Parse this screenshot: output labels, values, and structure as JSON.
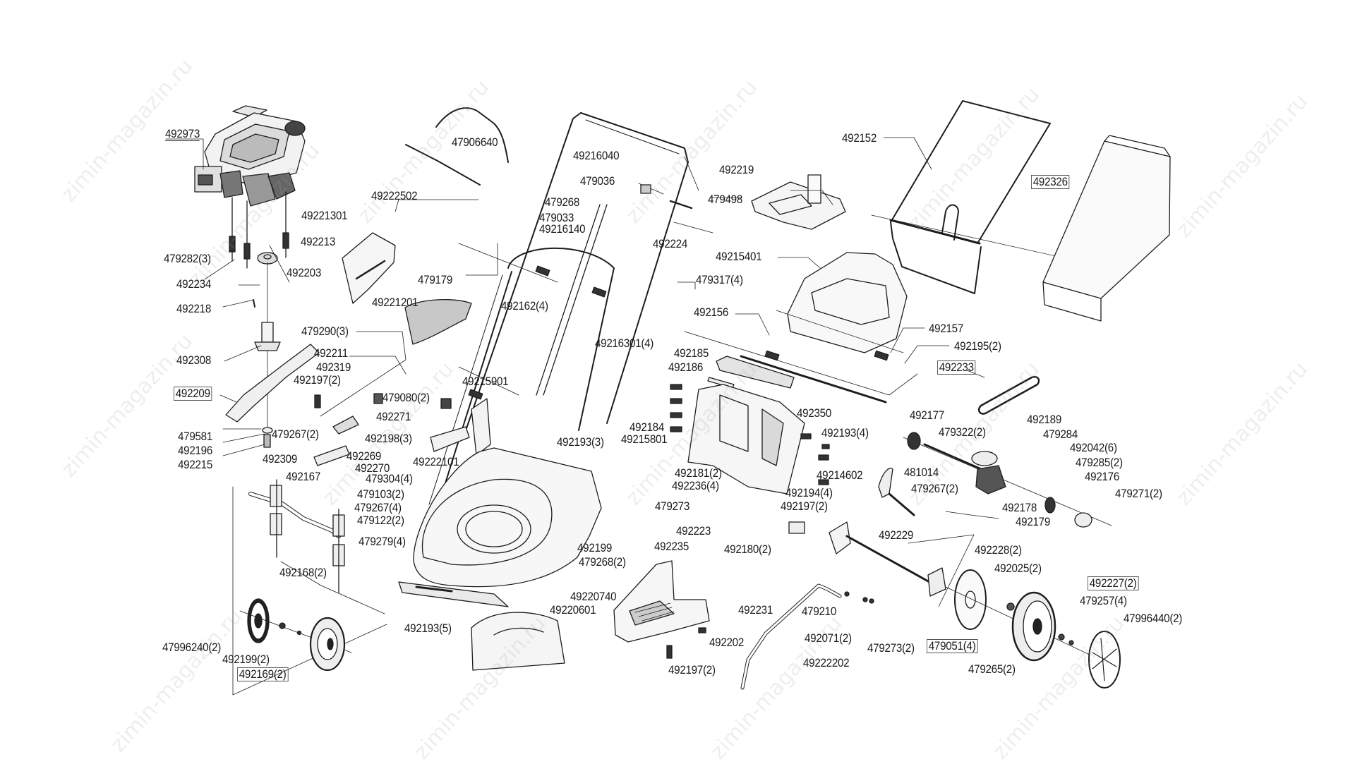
{
  "diagram": {
    "type": "exploded-parts-diagram",
    "subject": "lawn mower",
    "watermark": "zimin-magazin.ru",
    "parts": {
      "engine": "492973",
      "engine_bolts": "479282(3)",
      "engine_stud": "492213",
      "spacer": "492234",
      "pin": "492203",
      "key": "492218",
      "blade_adapter": "492308",
      "blade": "492209",
      "washer": "479581",
      "spring_washer": "492196",
      "blade_bolt": "492215",
      "side_flap": "49221301",
      "side_flap_cover": "49221201",
      "screw_479290": "479290(3)",
      "rod_492211": "492211",
      "height_lever": "492319",
      "screw_492197_a": "492197(2)",
      "nut_479080": "479080(2)",
      "spring_492271": "492271",
      "nut_479267_a": "479267(2)",
      "bolt_492198": "492198(3)",
      "bracket_492309": "492309",
      "part_492269": "492269",
      "part_492270": "492270",
      "nut_479304": "479304(4)",
      "front_axle": "492167",
      "screw_479103": "479103(2)",
      "nut_479267_b": "479267(4)",
      "part_479122": "479122(2)",
      "bolt_479279": "479279(4)",
      "wheel_bracket": "492168(2)",
      "front_hubcap": "47996240(2)",
      "front_nut": "492199(2)",
      "front_wheel": "492169(2)",
      "lower_handle_lever": "49222502",
      "bail_lever": "47906640",
      "upper_handle": "49216040",
      "clip_479036": "479036",
      "nut_479268": "479268",
      "cable_479033": "479033",
      "lower_handle": "49216140",
      "cable_492224": "492224",
      "screw_479498": "479498",
      "part_479179": "479179",
      "knob_492162": "492162(4)",
      "screw_479317": "479317(4)",
      "clamp_49216301": "49216301(4)",
      "handle_bracket": "49215901",
      "deflector_49222101": "49222101",
      "bolt_492193_3": "492193(3)",
      "mower_deck": "49220740",
      "deck_cover": "49220601",
      "bolt_492193_5": "492193(5)",
      "chute_support": "492219",
      "grass_bag_frame": "492152",
      "grass_bag": "492326",
      "rear_cover": "49215401",
      "spring_492156": "492156",
      "spring_492157": "492157",
      "nut_492195": "492195(2)",
      "drive_belt": "492233",
      "rear_flap_492185": "492185",
      "rear_flap_492186": "492186",
      "rear_housing": "492184",
      "rear_housing_49215801": "49215801",
      "rod_492350": "492350",
      "bolt_492193_4": "492193(4)",
      "plate_492181": "492181(2)",
      "screw_492236": "492236(4)",
      "washer_479273": "479273",
      "spring_492223": "492223",
      "part_492199": "492199",
      "spring_492235": "492235",
      "nut_479268_2": "479268(2)",
      "gear_492177": "492177",
      "pin_479322": "479322(2)",
      "pulley_492189": "492189",
      "key_479284": "479284",
      "washer_492042": "492042(6)",
      "pin_479285": "479285(2)",
      "gear_492176": "492176",
      "clip_479271": "479271(2)",
      "gearbox": "492178",
      "spring_492179": "492179",
      "height_lever_rear": "49214602",
      "screw_481014": "481014",
      "nut_479267_c": "479267(2)",
      "bolt_492194": "492194(4)",
      "screw_492197_b": "492197(2)",
      "bushing_492180": "492180(2)",
      "rear_axle": "492229",
      "rear_hub_492228": "492228(2)",
      "nut_492025": "492025(2)",
      "rear_wheel": "492227(2)",
      "bearing_479051": "479051(4)",
      "nut_479257": "479257(4)",
      "rear_hubcap": "47996440(2)",
      "washer_479265": "479265(2)",
      "mulch_plug": "492231",
      "part_492202": "492202",
      "screw_492197_c": "492197(2)",
      "rear_rod": "49222202",
      "part_479210": "479210",
      "washer_492071": "492071(2)",
      "washer_479273_2": "479273(2)"
    }
  }
}
